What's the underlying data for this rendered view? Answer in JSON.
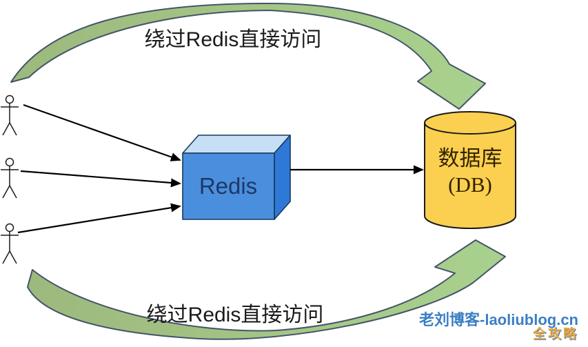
{
  "diagram": {
    "top_label": "绕过Redis直接访问",
    "bottom_label": "绕过Redis直接访问",
    "redis": {
      "label": "Redis"
    },
    "database": {
      "line1": "数据库",
      "line2": "(DB)"
    },
    "watermark": {
      "line1": "老刘博客-laoliublog.cn",
      "line2": "全攻略"
    },
    "icons": {
      "users": "stick-figure-icon",
      "cache": "redis-cube-icon",
      "database": "db-cylinder-icon",
      "bypass": "curved-green-arrow-icon",
      "request": "straight-black-arrow-icon"
    },
    "colors": {
      "background": "#FFFFFF",
      "arrow_green_start": "#9DB97D",
      "arrow_green_end": "#A9D18E",
      "arrow_green_stroke": "#44546A",
      "redis_front": "#4A8FDD",
      "redis_top": "#C7DFF4",
      "redis_side": "#2E79D8",
      "redis_text": "#1F3864",
      "db_fill": "#FBD050",
      "db_text": "#332200",
      "flow_arrow": "#000000",
      "label_text": "#1A1A1A",
      "watermark_blue": "#3B7FC4",
      "watermark_orange": "#F2A93B"
    }
  }
}
